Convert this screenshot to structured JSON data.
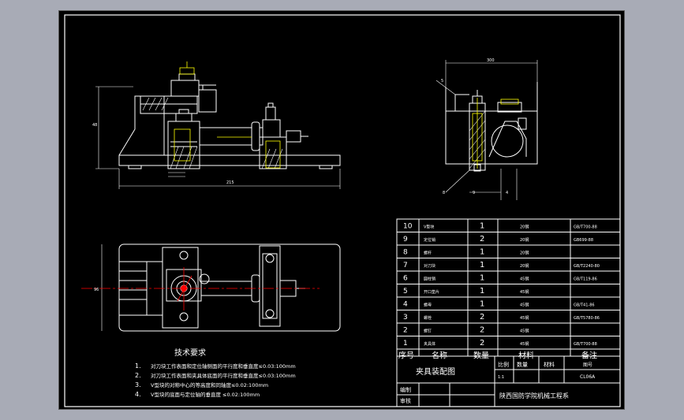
{
  "tech_requirements": {
    "title": "技术要求",
    "items": [
      {
        "num": "1.",
        "text": "对刀块工作表面和定位轴侧面的平行度和垂直度≤0.03:100mm"
      },
      {
        "num": "2.",
        "text": "对刀块工作表面和夹具体底面的平行度和垂直度≤0.03:100mm"
      },
      {
        "num": "3.",
        "text": "V型块的对称中心的等高度和同轴度≤0.02:100mm"
      },
      {
        "num": "4.",
        "text": "V型块的底面与定位轴的垂直度 ≤0.02:100mm"
      }
    ]
  },
  "bom": {
    "header": {
      "seq": "序号",
      "name": "名称",
      "qty": "数量",
      "material": "材料",
      "remark": "备注"
    },
    "rows": [
      {
        "seq": "10",
        "name": "V型块",
        "qty": "1",
        "material": "20钢",
        "remark": "GB/T700-88"
      },
      {
        "seq": "9",
        "name": "定位销",
        "qty": "2",
        "material": "20钢",
        "remark": "GB699-88"
      },
      {
        "seq": "8",
        "name": "螺杆",
        "qty": "1",
        "material": "20钢",
        "remark": ""
      },
      {
        "seq": "7",
        "name": "对刀块",
        "qty": "1",
        "material": "20钢",
        "remark": "GB/T2240-80"
      },
      {
        "seq": "6",
        "name": "圆柱销",
        "qty": "1",
        "material": "45钢",
        "remark": "GB/T119-86"
      },
      {
        "seq": "5",
        "name": "开口垫片",
        "qty": "1",
        "material": "45钢",
        "remark": ""
      },
      {
        "seq": "4",
        "name": "螺母",
        "qty": "1",
        "material": "45钢",
        "remark": "GB/T41-86"
      },
      {
        "seq": "3",
        "name": "螺栓",
        "qty": "2",
        "material": "45钢",
        "remark": "GB/T5780-86"
      },
      {
        "seq": "2",
        "name": "螺钉",
        "qty": "2",
        "material": "45钢",
        "remark": ""
      },
      {
        "seq": "1",
        "name": "夹具体",
        "qty": "2",
        "material": "45钢",
        "remark": "GB/T700-88"
      }
    ]
  },
  "title_block": {
    "title": "夹具装配图",
    "scale_label": "比例",
    "scale_value": "1:1",
    "qty_label": "数量",
    "material_label": "材料",
    "drawing_no_label": "图号",
    "drawing_no": "CL06A",
    "designer_label": "编制",
    "reviewer_label": "审核",
    "school": "陕西国防学院机械工程系"
  },
  "dims": {
    "overall_length": "215",
    "height": "48",
    "side_width": "300",
    "plan_width": "96",
    "side_offset": "4",
    "label_5": "5",
    "label_8": "8",
    "label_9": "9"
  },
  "colors": {
    "line": "#ffffff",
    "accent": "#ffff00",
    "centerline": "#ff0000",
    "frame_bg": "#a8abb6"
  }
}
